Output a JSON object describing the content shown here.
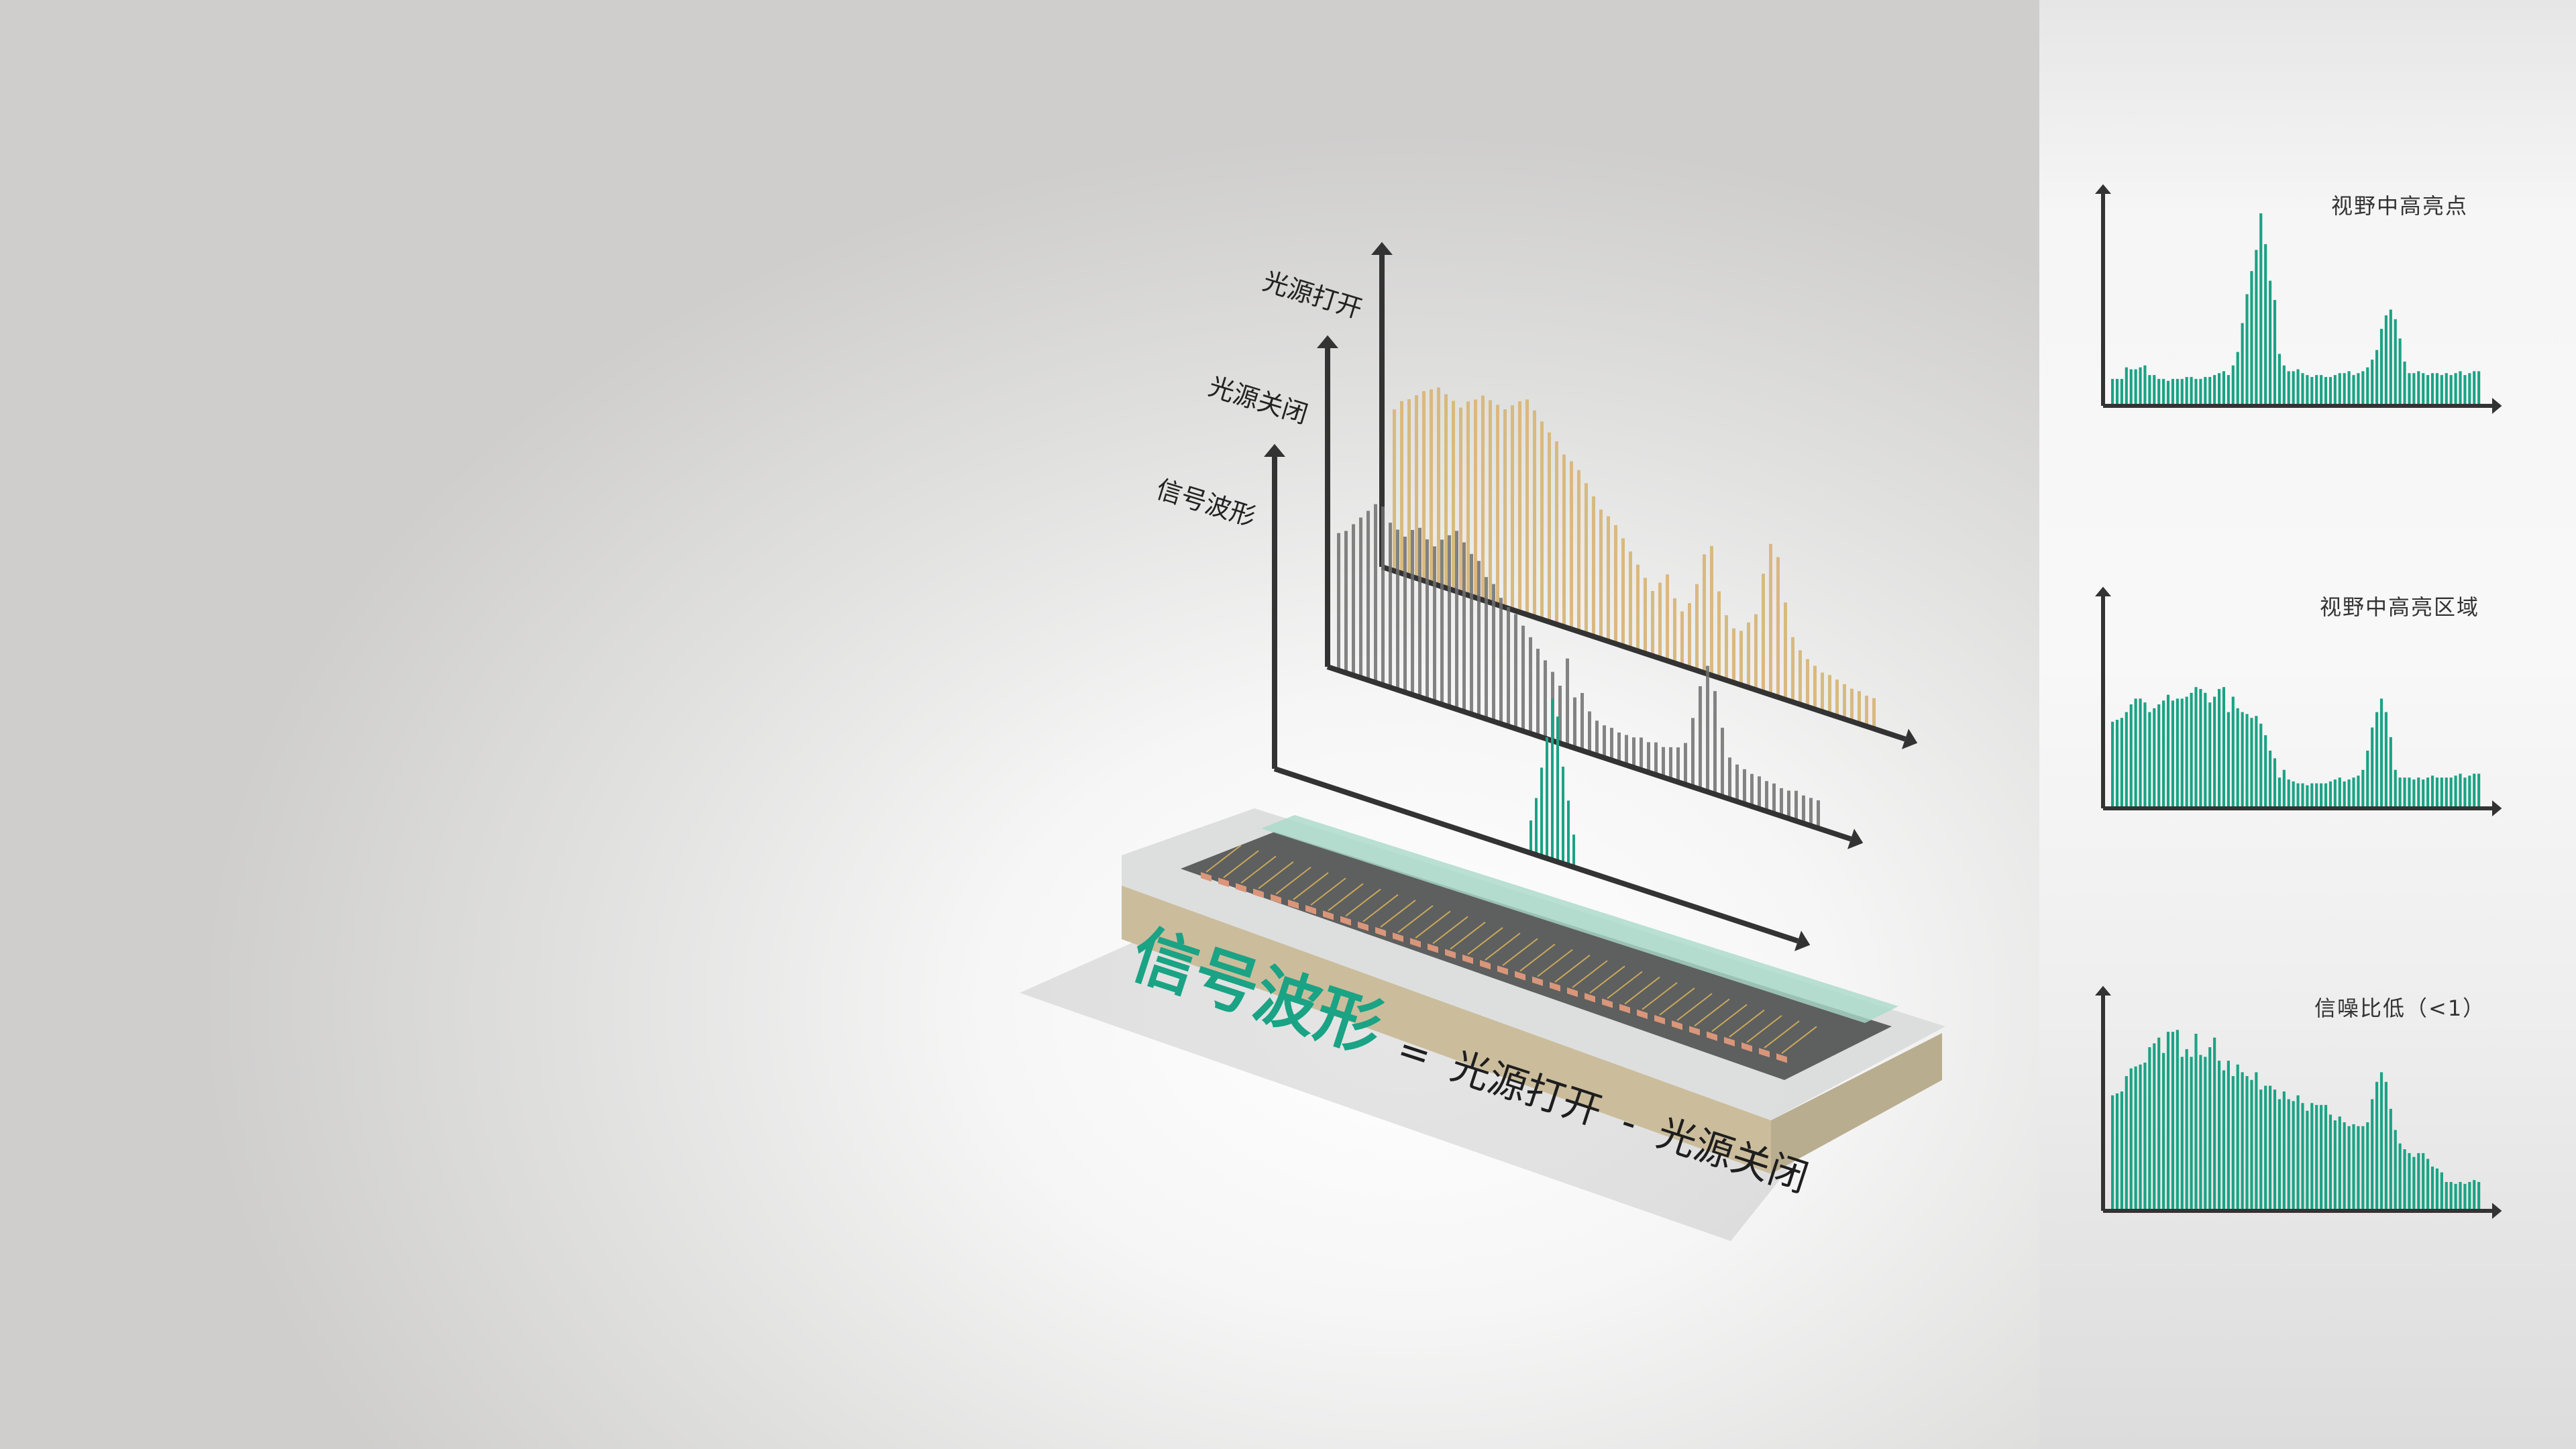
{
  "colors": {
    "accent": "#1aa384",
    "gold": "#d9b97f",
    "gray": "#6e6e6e",
    "axis": "#333333"
  },
  "main_diagram": {
    "axis_labels": {
      "light_on": "光源打开",
      "light_off": "光源关闭",
      "signal": "信号波形"
    },
    "equation": {
      "left": "信号波形",
      "equals": "=",
      "term1": "光源打开",
      "minus": "-",
      "term2": "光源关闭"
    }
  },
  "chart_data": [
    {
      "type": "bar",
      "title": "光源打开",
      "values": [
        75,
        80,
        82,
        85,
        88,
        90,
        92,
        90,
        88,
        86,
        90,
        92,
        95,
        94,
        93,
        92,
        95,
        98,
        100,
        96,
        92,
        88,
        85,
        80,
        78,
        75,
        70,
        65,
        60,
        58,
        55,
        50,
        45,
        40,
        35,
        30,
        35,
        40,
        30,
        25,
        30,
        40,
        55,
        60,
        40,
        30,
        25,
        25,
        30,
        35,
        55,
        70,
        65,
        45,
        30,
        25,
        22,
        20,
        18,
        18,
        17,
        16,
        15,
        15,
        14,
        14
      ]
    },
    {
      "type": "bar",
      "title": "光源关闭",
      "values": [
        60,
        62,
        66,
        70,
        74,
        78,
        78,
        72,
        70,
        68,
        72,
        74,
        70,
        68,
        72,
        75,
        78,
        74,
        70,
        68,
        62,
        60,
        55,
        52,
        50,
        46,
        42,
        38,
        34,
        30,
        25,
        38,
        22,
        25,
        18,
        15,
        14,
        14,
        13,
        13,
        13,
        14,
        13,
        14,
        13,
        14,
        15,
        18,
        30,
        45,
        55,
        45,
        30,
        18,
        16,
        15,
        14,
        14,
        13,
        13,
        12,
        12,
        13,
        12,
        12,
        12
      ]
    },
    {
      "type": "bar",
      "title": "信号波形",
      "values": [
        20,
        35,
        55,
        75,
        100,
        90,
        60,
        40,
        20
      ]
    },
    {
      "type": "bar",
      "title": "视野中高亮点",
      "values": [
        14,
        14,
        14,
        20,
        19,
        19,
        20,
        21,
        16,
        16,
        14,
        14,
        13,
        14,
        14,
        14,
        15,
        15,
        14,
        14,
        15,
        15,
        16,
        17,
        18,
        16,
        21,
        28,
        43,
        58,
        70,
        81,
        100,
        84,
        65,
        55,
        27,
        21,
        18,
        18,
        19,
        17,
        16,
        15,
        16,
        16,
        15,
        15,
        16,
        17,
        17,
        18,
        16,
        17,
        18,
        20,
        24,
        29,
        40,
        47,
        50,
        45,
        35,
        23,
        17,
        17,
        18,
        17,
        16,
        17,
        17,
        16,
        17,
        16,
        17,
        18,
        16,
        17,
        18,
        18
      ]
    },
    {
      "type": "bar",
      "title": "视野中高亮区域",
      "values": [
        45,
        46,
        47,
        50,
        54,
        57,
        57,
        55,
        50,
        52,
        54,
        56,
        59,
        56,
        57,
        57,
        58,
        60,
        63,
        62,
        60,
        55,
        58,
        62,
        63,
        50,
        58,
        52,
        50,
        49,
        47,
        48,
        44,
        38,
        30,
        26,
        16,
        20,
        15,
        14,
        13,
        13,
        12,
        13,
        13,
        13,
        13,
        14,
        15,
        16,
        14,
        15,
        16,
        17,
        20,
        30,
        42,
        50,
        57,
        50,
        37,
        20,
        16,
        16,
        16,
        15,
        16,
        15,
        16,
        17,
        16,
        16,
        16,
        16,
        17,
        18,
        16,
        17,
        18,
        18
      ]
    },
    {
      "type": "bar",
      "title": "信噪比低（<1）",
      "values": [
        60,
        61,
        62,
        70,
        74,
        75,
        76,
        77,
        85,
        87,
        90,
        82,
        93,
        93,
        94,
        80,
        84,
        80,
        92,
        81,
        80,
        85,
        90,
        78,
        73,
        78,
        70,
        76,
        72,
        70,
        68,
        72,
        63,
        65,
        65,
        63,
        58,
        62,
        58,
        57,
        60,
        56,
        52,
        56,
        55,
        55,
        55,
        50,
        47,
        49,
        46,
        44,
        45,
        44,
        44,
        46,
        58,
        67,
        72,
        67,
        53,
        42,
        35,
        32,
        30,
        28,
        30,
        30,
        27,
        23,
        22,
        20,
        15,
        15,
        14,
        15,
        14,
        15,
        16,
        15
      ]
    }
  ],
  "side_charts": {
    "labels": [
      "视野中高亮点",
      "视野中高亮区域",
      "信噪比低（<1）"
    ]
  }
}
